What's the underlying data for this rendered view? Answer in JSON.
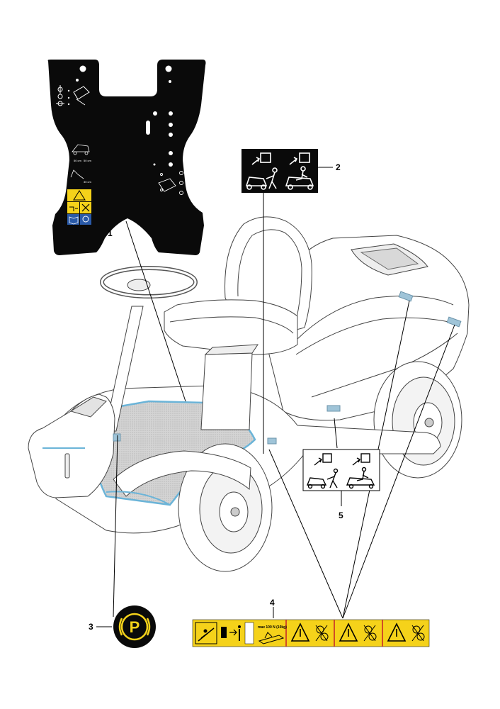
{
  "callouts": [
    {
      "id": "1",
      "label": "1"
    },
    {
      "id": "2",
      "label": "2"
    },
    {
      "id": "3",
      "label": "3"
    },
    {
      "id": "4",
      "label": "4"
    },
    {
      "id": "5",
      "label": "5"
    }
  ],
  "decal_1": {
    "small_labels": [
      "50 cm",
      "50 cm",
      "30 cm"
    ]
  },
  "decal_4": {
    "weight_label": "max 100 N (10kg)"
  },
  "decal_3": {
    "symbol": "P"
  },
  "colors": {
    "decal_black": "#0a0a0a",
    "warning_yellow": "#f5d21a",
    "info_blue": "#2a5aa8",
    "mat_blue_outline": "#6bb4d8",
    "mat_gray": "#cfcfcf",
    "separator_red": "#c4202a"
  },
  "icons": [
    "parking-brake-icon",
    "warning-triangle-icon",
    "blade-hazard-icon",
    "manual-icon",
    "rollover-icon"
  ]
}
